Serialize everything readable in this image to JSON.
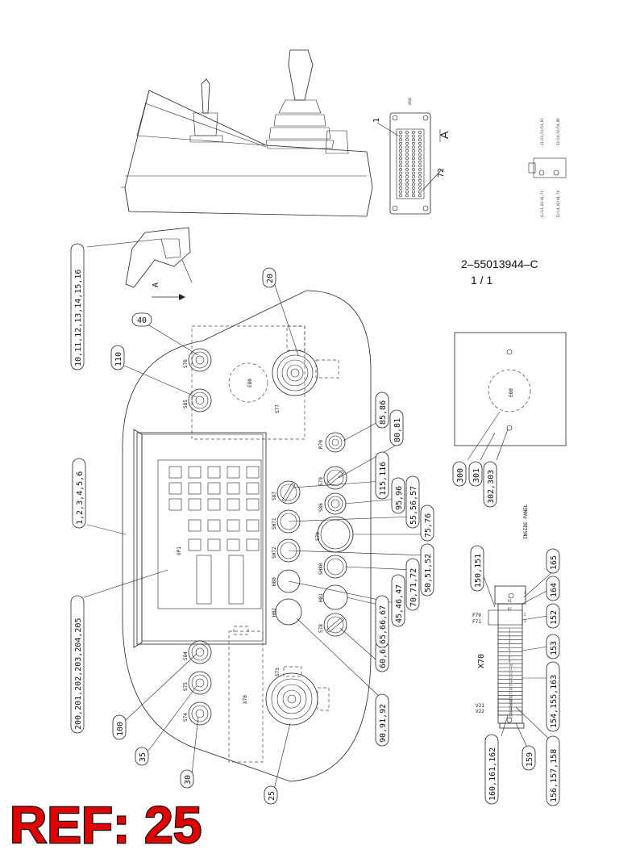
{
  "part_number": "2–55013944–C",
  "sheet": "1 /  1",
  "ref_label": "REF: 25",
  "view_label": "A",
  "inside_panel_label": "INSIDE PANEL",
  "connector": {
    "tag": "URGE",
    "pin_first": "1",
    "pin_last": "72"
  },
  "switch_detail_text": [
    "21/23,51/53,81",
    "22/24,52/54,86",
    "11/13,41/43,71",
    "12/14,42/44,74"
  ],
  "panel_labels": {
    "E80": "E80",
    "S77": "S77",
    "S76": "S76",
    "S85": "S85",
    "OP1": "OP1",
    "R70": "R70",
    "S79": "S79",
    "S87": "S87",
    "S86": "S86",
    "SH71": "SH71",
    "S70": "S70",
    "SH72": "SH72",
    "SH80": "SH80",
    "H80": "H80",
    "H81": "H81",
    "H82": "H82",
    "S78": "S78",
    "S84": "S84",
    "S75": "S75",
    "S74": "S74",
    "S73": "S73",
    "X70": "X70"
  },
  "inside_panel_e80": "E80",
  "terminal": {
    "title": "X70",
    "f70": "F70",
    "f71": "F71",
    "v21": "V21",
    "v22": "V22",
    "numbers": [
      "1",
      "2",
      "3",
      "4",
      "5",
      "6",
      "7",
      "8",
      "9",
      "10",
      "11",
      "12",
      "13",
      "14",
      "15",
      "16",
      "17",
      "18",
      "19",
      "20",
      "21",
      "22",
      "23"
    ],
    "top_labels": [
      "R1",
      "R2"
    ],
    "side_nums": [
      "1",
      "2",
      "3"
    ]
  },
  "callouts": {
    "c_10_16": "10,11,12,13,14,15,16",
    "c_20": "20",
    "c_40": "40",
    "c_110": "110",
    "c_1_6": "1,2,3,4,5,6",
    "c_200": "200,201,202,203,204,205",
    "c_100": "100",
    "c_35": "35",
    "c_30": "30",
    "c_25": "25",
    "c_90": "90,91,92",
    "c_60": "60,61",
    "c_65": "65,66,67",
    "c_45": "45,46,47",
    "c_70": "70,71,72",
    "c_50": "50,51,52",
    "c_75": "75,76",
    "c_55": "55,56,57",
    "c_95": "95,96",
    "c_115": "115,116",
    "c_80": "80,81",
    "c_85": "85,86",
    "c_300": "300",
    "c_301": "301",
    "c_302": "302,303",
    "c_150": "150,151",
    "c_165": "165",
    "c_164": "164",
    "c_152": "152",
    "c_153": "153",
    "c_154": "154,155,163",
    "c_156": "156,157,158",
    "c_159": "159",
    "c_160": "160,161,162"
  }
}
